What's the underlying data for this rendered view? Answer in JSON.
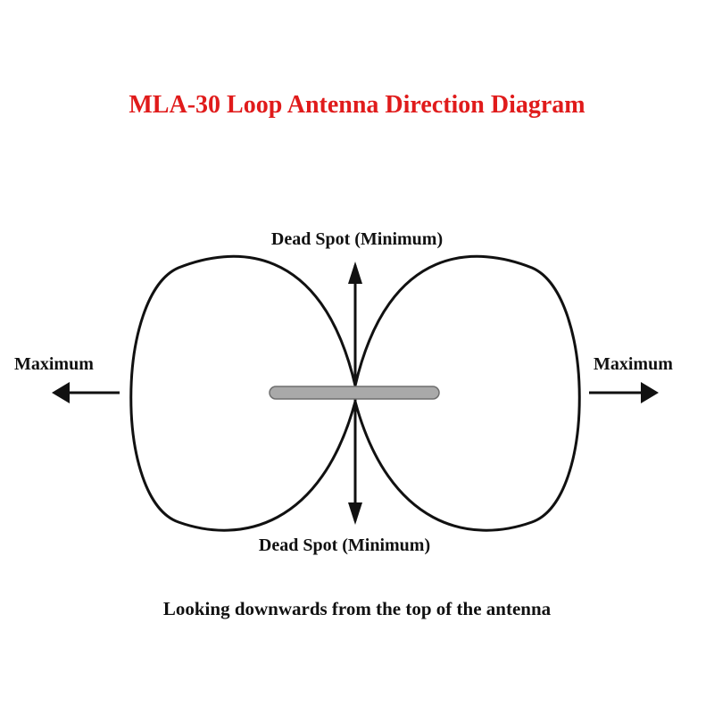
{
  "title": "MLA-30 Loop Antenna Direction Diagram",
  "labels": {
    "top": "Dead Spot (Minimum)",
    "bottom": "Dead Spot (Minimum)",
    "left": "Maximum",
    "right": "Maximum"
  },
  "caption": "Looking downwards from the top of the antenna",
  "colors": {
    "title": "#e01b1b",
    "lobe_stroke": "#111111",
    "arrow": "#111111",
    "antenna_fill": "#a9a9a9",
    "antenna_stroke": "#6e6e6e"
  }
}
